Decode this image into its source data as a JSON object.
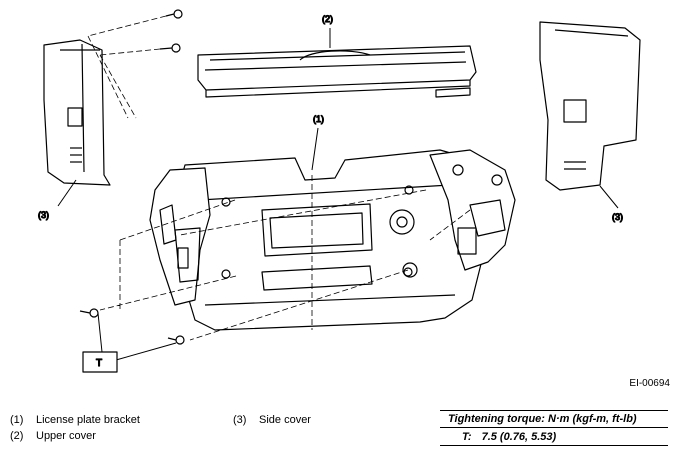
{
  "diagram": {
    "callouts": [
      "(2)",
      "(1)",
      "(3)",
      "(3)"
    ],
    "torque_symbol": "T",
    "figure_id": "EI-00694"
  },
  "legend": [
    {
      "num": "(1)",
      "label": "License plate bracket"
    },
    {
      "num": "(2)",
      "label": "Upper cover"
    },
    {
      "num": "(3)",
      "label": "Side cover"
    }
  ],
  "torque": {
    "header": "Tightening torque: N·m (kgf-m, ft-lb)",
    "symbol": "T:",
    "value": "7.5 (0.76, 5.53)"
  }
}
